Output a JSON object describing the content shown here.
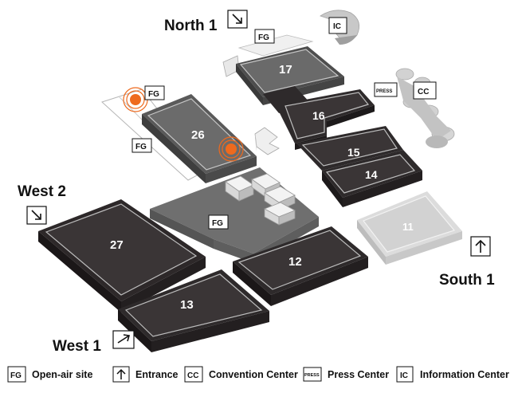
{
  "entrances": {
    "north1": "North 1",
    "west2": "West 2",
    "west1": "West 1",
    "south1": "South 1"
  },
  "halls": {
    "h11": "11",
    "h12": "12",
    "h13": "13",
    "h14": "14",
    "h15": "15",
    "h16": "16",
    "h17": "17",
    "h26": "26",
    "h27": "27"
  },
  "tags": {
    "fg": "FG",
    "ic": "IC",
    "cc": "CC",
    "press": "PRESS"
  },
  "legend": [
    {
      "icon": "open-air-site-icon",
      "symbol": "FG",
      "label": "Open-air site"
    },
    {
      "icon": "entrance-arrow-icon",
      "symbol": "↑",
      "label": "Entrance"
    },
    {
      "icon": "convention-center-icon",
      "symbol": "CC",
      "label": "Convention Center"
    },
    {
      "icon": "press-center-icon",
      "symbol": "PRESS",
      "label": "Press Center"
    },
    {
      "icon": "information-center-icon",
      "symbol": "IC",
      "label": "Information Center"
    }
  ],
  "colors": {
    "dark_hall": "#3a3536",
    "mid_hall": "#6a6a6a",
    "open_area": "#7b7b7b",
    "light_hall": "#cfcfcf",
    "highlight": "#ee6a1e"
  }
}
